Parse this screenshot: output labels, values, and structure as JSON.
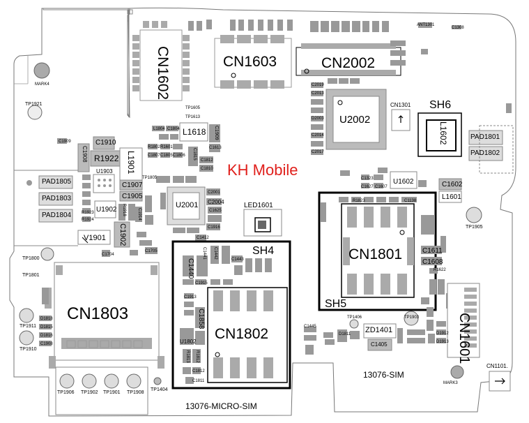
{
  "watermark": "KH Mobile",
  "board_labels": {
    "sim": "13076-SIM",
    "micro_sim": "13076-MICRO-SIM"
  },
  "components": {
    "cn1602": "CN1602",
    "cn1603": "CN1603",
    "cn2002": "CN2002",
    "u2002": "U2002",
    "cn1301": "CN1301",
    "sh6": "SH6",
    "l1602": "L1602",
    "pad1801": "PAD1801",
    "pad1802": "PAD1802",
    "l1618": "L1618",
    "c1910": "C1910",
    "r1922": "R1922",
    "l1901": "L1901",
    "c1908": "C1908",
    "u1903": "U1903",
    "pad1805": "PAD1805",
    "pad1803": "PAD1803",
    "pad1804": "PAD1804",
    "c1907": "C1907",
    "c1905": "C1905",
    "u1902": "U1902",
    "v1901": "V1901",
    "c1902": "C1902",
    "u2001": "U2001",
    "c2004": "C2004",
    "led1601": "LED1601",
    "u1602": "U1602",
    "c1602": "C1602",
    "l1601": "L1601",
    "cn1801": "CN1801",
    "c1611": "C1611",
    "c1608": "C1608",
    "sh4": "SH4",
    "sh5": "SH5",
    "cn1803": "CN1803",
    "cn1802": "CN1802",
    "cn1601": "CN1601",
    "zd1401": "ZD1401",
    "c1405": "C1405",
    "u1802": "U1802",
    "c1440": "C1440",
    "c1858": "C1858",
    "cn1101": "CN1101."
  },
  "test_points": {
    "tp1921": "TP1921",
    "tp1800": "TP1800",
    "tp1801": "TP1801",
    "tp1911": "TP1911",
    "tp1910": "TP1910",
    "tp1906": "TP1906",
    "tp1902": "TP1902",
    "tp1901": "TP1901",
    "tp1908": "TP1908",
    "tp1404": "TP1404",
    "tp1905": "TP1905",
    "tp1903": "TP1903",
    "tp1406": "TP1406",
    "tp1805": "TP1805",
    "tp1605": "TP1605",
    "tp1613": "TP1613"
  },
  "marks": {
    "mark4": "MARK4",
    "mark3": "MARK3"
  },
  "small_parts": {
    "c1909": "C1909",
    "c1909b": "C1909",
    "c1613": "C1613",
    "c1815": "C1815",
    "c1812": "C1812",
    "c1810": "C1810",
    "r1601": "R1601",
    "c1804": "C1804",
    "l1804": "L1804",
    "r1802": "R1802",
    "c1805": "C1805",
    "c1807": "C1807",
    "c1806": "C1806",
    "c2001": "C2001",
    "c1625": "C1625",
    "c1916": "C1916",
    "c1914": "C1914",
    "c1705": "C1705",
    "c1704": "C1704",
    "r1923": "R1923",
    "r1924": "R1924",
    "r1918": "R1918",
    "c2013": "C2013",
    "c2019": "C2019",
    "d2003": "D2003",
    "c2014": "C2014",
    "c2017": "C2017",
    "c1323": "C1323",
    "c1627": "C1627",
    "c1607": "C1607",
    "c1138": "C1138",
    "r1823": "R1823",
    "r1622": "R1622",
    "c1445": "C1445",
    "d1811": "D1811",
    "d1818": "D1818",
    "d1815": "D1815",
    "d1816": "D1816",
    "d1912": "D1912",
    "d1913": "D1913",
    "c1908b": "C1908",
    "ant1301": "ANT1301",
    "c1308": "C1308",
    "c1443": "C1443",
    "c1441": "C1441",
    "c1442": "C1442",
    "c1913": "C1913",
    "c1915": "C1915",
    "c1412": "C1412",
    "r1813": "R1813",
    "r1812": "R1812",
    "c1812b": "C1812",
    "c1811": "C1811"
  }
}
